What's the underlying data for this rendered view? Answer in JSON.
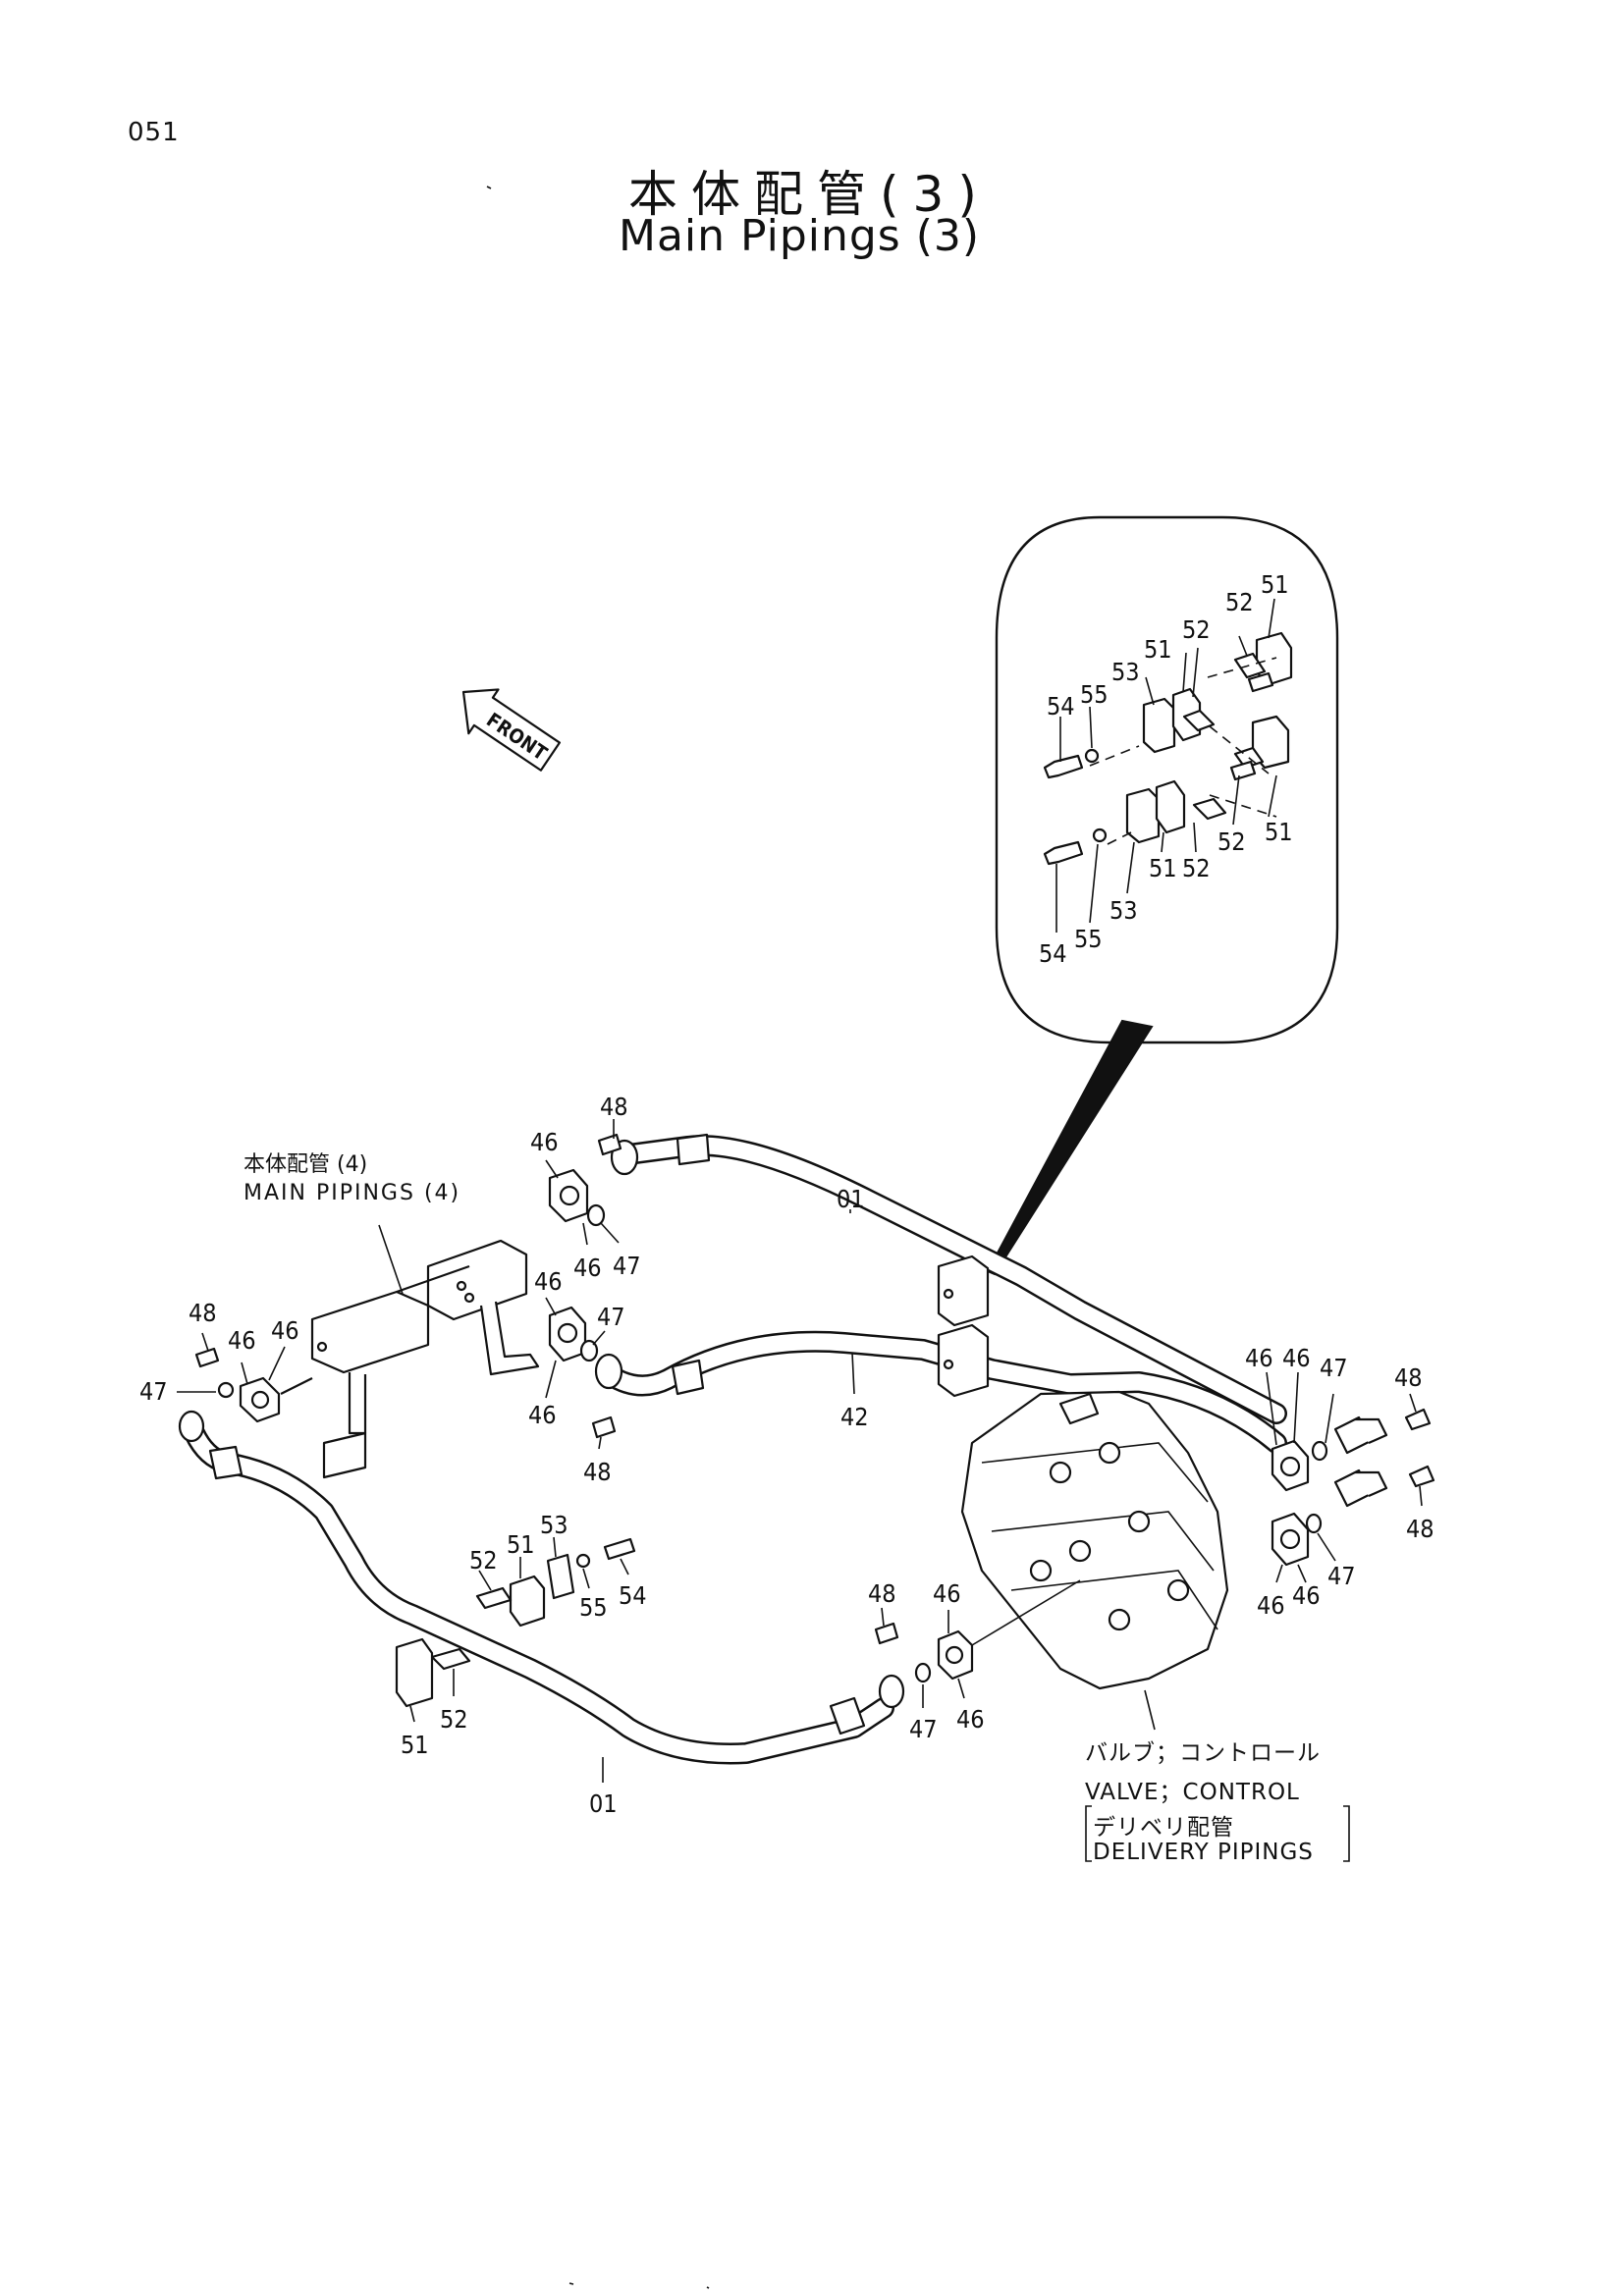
{
  "page": {
    "number": "051",
    "title_jp": "本体配管(3)",
    "title_en": "Main Pipings (3)"
  },
  "front_marker": "FRONT",
  "references": {
    "main_pipings_jp": "本体配管 (4)",
    "main_pipings_en": "MAIN PIPINGS (4)",
    "valve_jp": "バルブ；コントロール",
    "valve_en": "VALVE；CONTROL",
    "delivery_jp": "デリベリ配管",
    "delivery_en": "DELIVERY PIPINGS"
  },
  "callouts": {
    "inset": [
      "51",
      "52",
      "53",
      "51",
      "52",
      "54",
      "55",
      "51",
      "52",
      "51",
      "52",
      "53",
      "54",
      "55"
    ],
    "main": [
      "48",
      "46",
      "46",
      "47",
      "01",
      "46",
      "47",
      "46",
      "48",
      "48",
      "46",
      "46",
      "47",
      "42",
      "46",
      "46",
      "47",
      "48",
      "48",
      "46",
      "46",
      "47",
      "52",
      "51",
      "53",
      "55",
      "54",
      "48",
      "46",
      "47",
      "46",
      "51",
      "52",
      "01"
    ]
  }
}
